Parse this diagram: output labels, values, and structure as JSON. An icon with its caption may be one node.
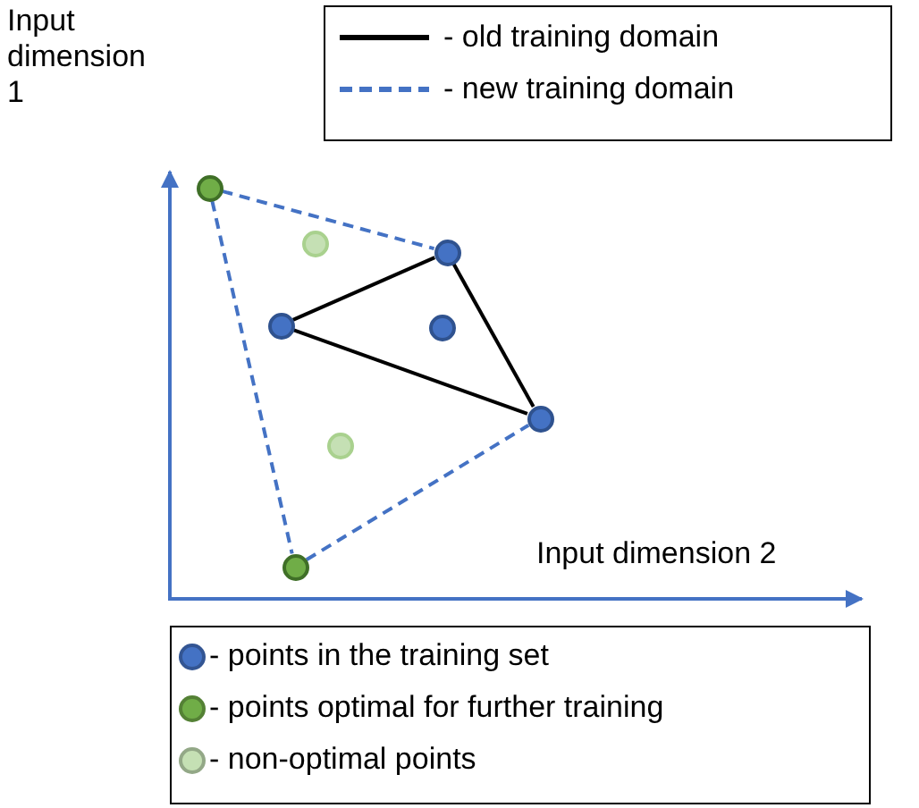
{
  "diagram": {
    "nodes": [
      {
        "text": [],
        "shape": "circle"
      },
      {
        "text": [],
        "shape": "circle"
      },
      {
        "text": [],
        "shape": "circle"
      },
      {
        "text": [],
        "shape": "circle"
      },
      {
        "text": [],
        "shape": "circle"
      },
      {
        "text": [],
        "shape": "circle"
      },
      {
        "text": [],
        "shape": "circle"
      },
      {
        "text": [],
        "shape": "circle"
      }
    ],
    "edges": [
      {
        "from": 2,
        "to": 6,
        "arrow": "none"
      },
      {
        "from": 6,
        "to": 7,
        "arrow": "none"
      },
      {
        "from": 7,
        "to": 2,
        "arrow": "none"
      },
      {
        "from": 0,
        "to": 6,
        "arrow": "none",
        "style": "dashed",
        "color": "#4472c4"
      },
      {
        "from": 0,
        "to": 4,
        "arrow": "none",
        "style": "dashed",
        "color": "#4472c4"
      },
      {
        "from": 4,
        "to": 7,
        "arrow": "none",
        "style": "dashed",
        "color": "#4472c4"
      }
    ],
    "labels": [
      "Input dimension 1",
      "Input dimension 2"
    ],
    "legend": [
      {
        "text": "- old training domain"
      },
      {
        "text": "- new training domain"
      },
      {
        "text": "- points in the training set",
        "color": "#4472c4"
      },
      {
        "text": "- points optimal for further training",
        "color": "#70ad47"
      },
      {
        "text": "- non-optimal points",
        "color": "#c5e0b4"
      }
    ]
  }
}
